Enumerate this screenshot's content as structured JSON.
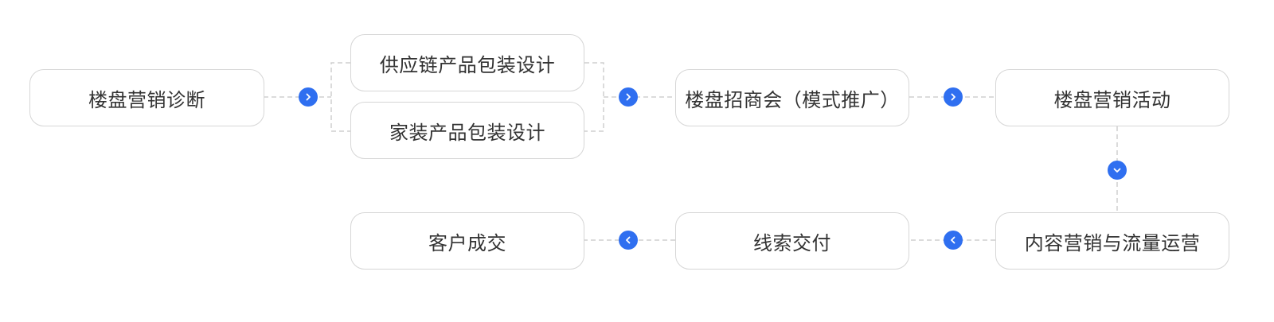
{
  "diagram": {
    "nodes": {
      "diagnosis": "楼盘营销诊断",
      "supply_chain_design": "供应链产品包装设计",
      "home_decor_design": "家装产品包装设计",
      "investment_meeting": "楼盘招商会（模式推广）",
      "marketing_activity": "楼盘营销活动",
      "content_marketing": "内容营销与流量运营",
      "lead_delivery": "线索交付",
      "customer_deal": "客户成交"
    },
    "accent_color": "#2f6ff0",
    "connector_color": "#cfcfcf",
    "border_color": "#d6d6d6",
    "icons": {
      "right": "chevron-right-icon",
      "down": "chevron-down-icon",
      "left": "chevron-left-icon"
    }
  }
}
